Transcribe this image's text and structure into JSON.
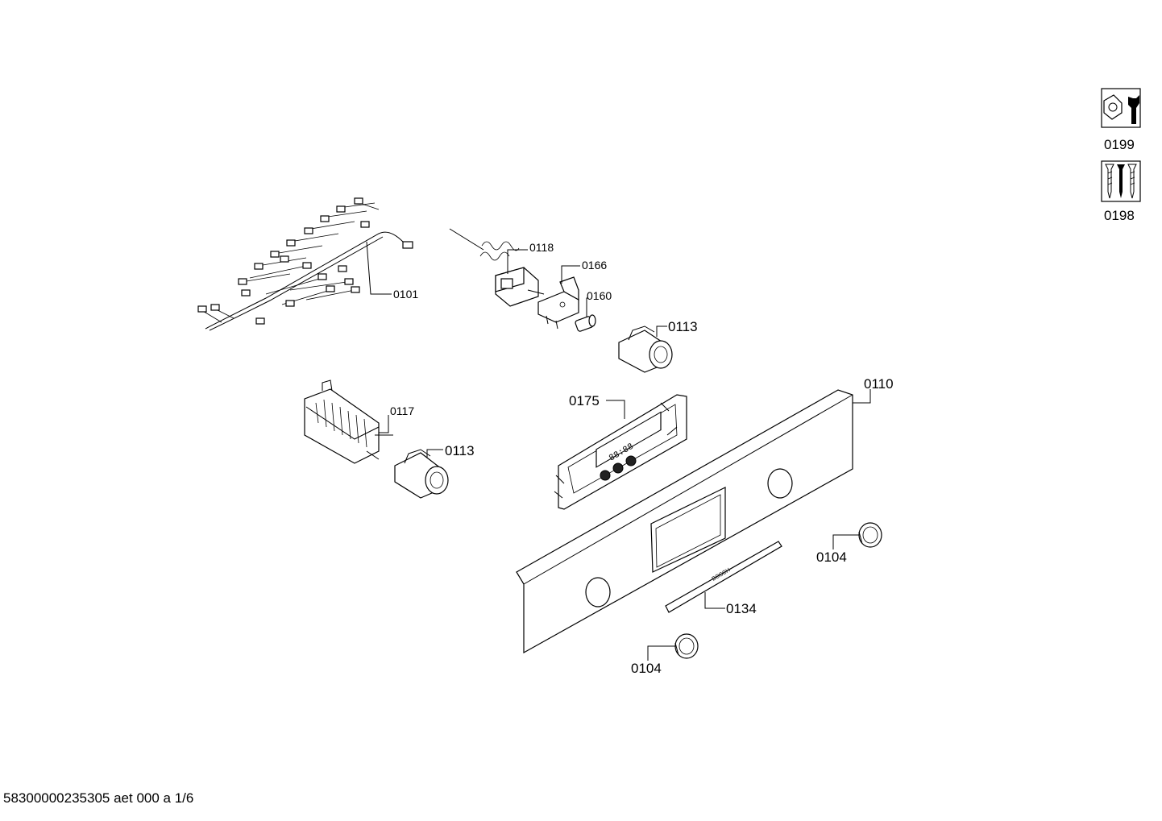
{
  "callouts": {
    "p0101": "0101",
    "p0118": "0118",
    "p0166": "0166",
    "p0160": "0160",
    "p0113a": "0113",
    "p0113b": "0113",
    "p0117": "0117",
    "p0175": "0175",
    "p0110": "0110",
    "p0104a": "0104",
    "p0104b": "0104",
    "p0134": "0134"
  },
  "side_icons": {
    "tools_label": "0199",
    "screws_label": "0198"
  },
  "footer": {
    "document_id": "58300000235305 aet 000 a 1/6"
  }
}
